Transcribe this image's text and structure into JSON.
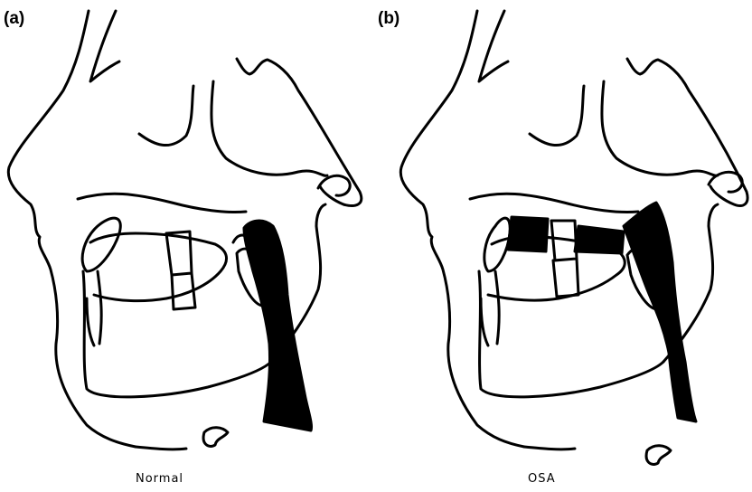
{
  "panels": [
    {
      "label": "(a)",
      "caption": "Normal"
    },
    {
      "label": "(b)",
      "caption": "OSA"
    }
  ],
  "colors": {
    "ink": "#000000",
    "paper": "#ffffff"
  }
}
